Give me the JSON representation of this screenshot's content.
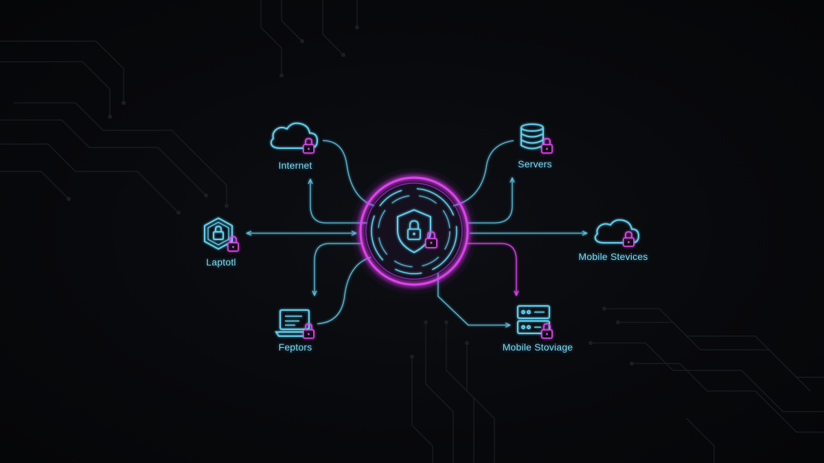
{
  "diagram": {
    "hub": {
      "name": "central-security-hub",
      "icon": "shield-lock-icon"
    },
    "nodes": [
      {
        "id": "internet",
        "label": "Internet",
        "icon": "cloud-icon"
      },
      {
        "id": "servers",
        "label": "Servers",
        "icon": "database-icon"
      },
      {
        "id": "laptop",
        "label": "Laptotl",
        "icon": "hexagon-lock-icon"
      },
      {
        "id": "mobile-services",
        "label": "Mobile Stevices",
        "icon": "cloud-icon"
      },
      {
        "id": "feptors",
        "label": "Feptors",
        "icon": "laptop-icon"
      },
      {
        "id": "mobile-storage",
        "label": "Mobile Stoviage",
        "icon": "server-rack-icon"
      }
    ],
    "lock_icon": "padlock-icon"
  },
  "colors": {
    "background": "#07080b",
    "cyan": "#5fd3f3",
    "cyan_soft": "#3a9ec0",
    "magenta": "#e041f0",
    "magenta_deep": "#a02ad8",
    "circuit": "#1c2127"
  }
}
